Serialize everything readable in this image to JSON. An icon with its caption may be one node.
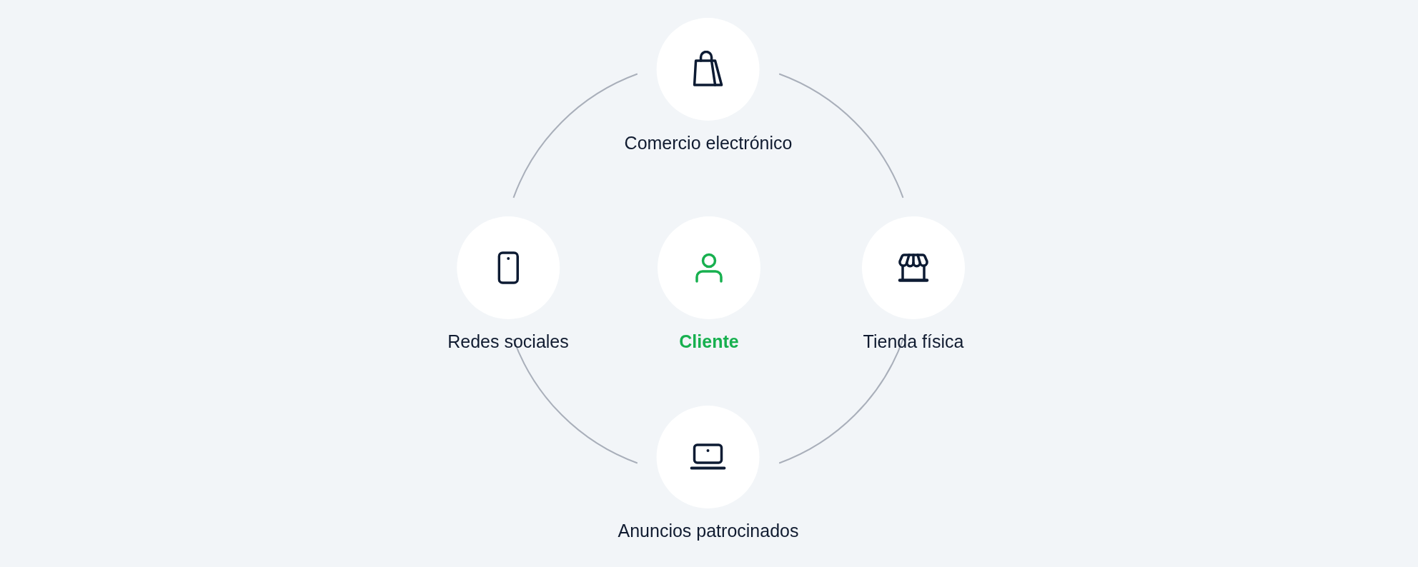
{
  "diagram": {
    "nodes": [
      {
        "text": [
          "Comercio electrónico"
        ]
      },
      {
        "text": [
          "Redes sociales"
        ]
      },
      {
        "text": [
          "Cliente"
        ]
      },
      {
        "text": [
          "Tienda física"
        ]
      },
      {
        "text": [
          "Anuncios patrocinados"
        ]
      }
    ],
    "edges": [
      {
        "from": 0,
        "to": 1,
        "arrow": "none"
      },
      {
        "from": 0,
        "to": 3,
        "arrow": "none"
      },
      {
        "from": 1,
        "to": 4,
        "arrow": "none"
      },
      {
        "from": 3,
        "to": 4,
        "arrow": "none"
      }
    ]
  }
}
